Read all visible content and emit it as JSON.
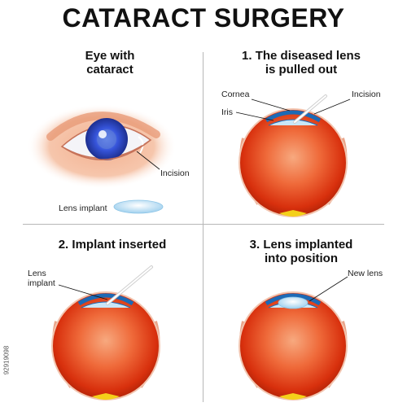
{
  "title": "CATARACT SURGERY",
  "panels": {
    "p1": {
      "heading_line1": "Eye with",
      "heading_line2": "cataract",
      "labels": {
        "incision": "Incision",
        "lens_implant": "Lens implant"
      }
    },
    "p2": {
      "heading_line1": "1. The diseased lens",
      "heading_line2": "is pulled out",
      "labels": {
        "cornea": "Cornea",
        "iris": "Iris",
        "incision": "Incision"
      }
    },
    "p3": {
      "heading_line1": "2. Implant inserted",
      "labels": {
        "lens_line1": "Lens",
        "lens_line2": "implant"
      }
    },
    "p4": {
      "heading_line1": "3. Lens implanted",
      "heading_line2": "into position",
      "labels": {
        "new_lens": "New lens"
      }
    }
  },
  "watermark_id": "92919098",
  "colors": {
    "eyeball": "#e13f16",
    "sclera_light": "#f39a70",
    "cornea": "#1c6ab6",
    "iris": "#2b4fd1",
    "tool": "#f2f2f2"
  }
}
